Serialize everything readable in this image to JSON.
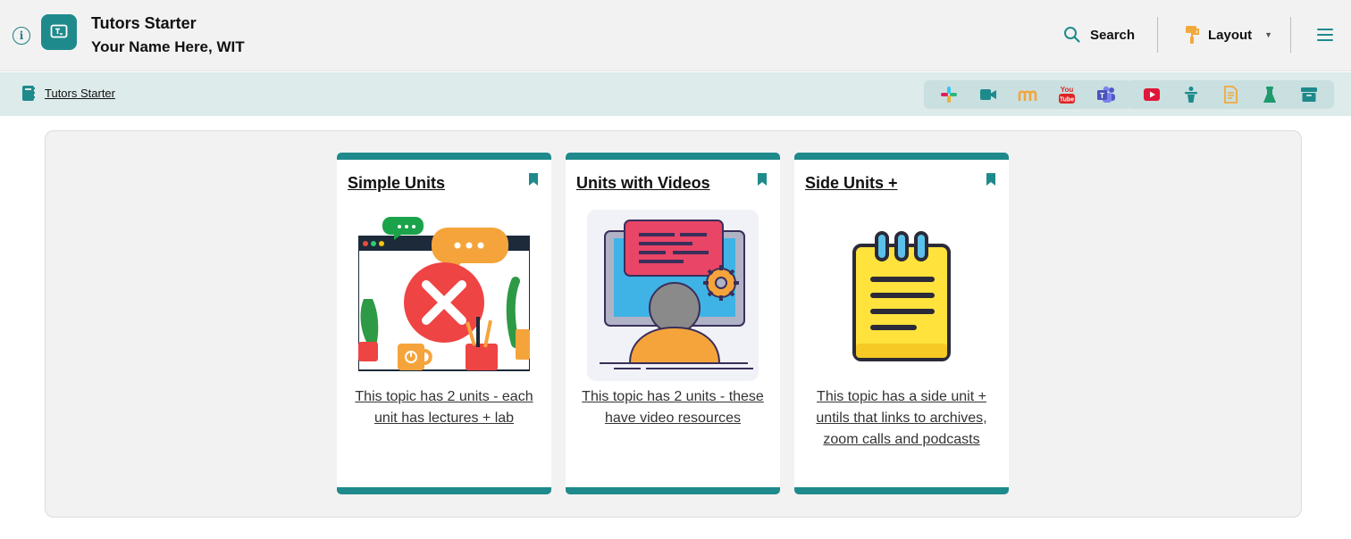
{
  "header": {
    "title": "Tutors Starter",
    "subtitle": "Your Name Here, WIT",
    "search_label": "Search",
    "layout_label": "Layout"
  },
  "navbar": {
    "breadcrumb": "Tutors Starter",
    "companion_icons": [
      "slack-icon",
      "zoom-video-icon",
      "moodle-icon",
      "youtube-icon",
      "teams-icon"
    ],
    "wall_icons": [
      "video-wall-icon",
      "talk-wall-icon",
      "note-wall-icon",
      "lab-wall-icon",
      "archive-icon"
    ]
  },
  "cards": [
    {
      "title": "Simple Units",
      "description": "This topic has 2 units - each unit has lectures + lab"
    },
    {
      "title": "Units with Videos",
      "description": "This topic has 2 units - these have video resources"
    },
    {
      "title": "Side Units +",
      "description": "This topic has a side unit + untils that links to archives, zoom calls and podcasts"
    }
  ],
  "colors": {
    "accent": "#1f8a8c",
    "header_bg": "#f2f2f2",
    "navbar_bg": "#ddebea"
  }
}
